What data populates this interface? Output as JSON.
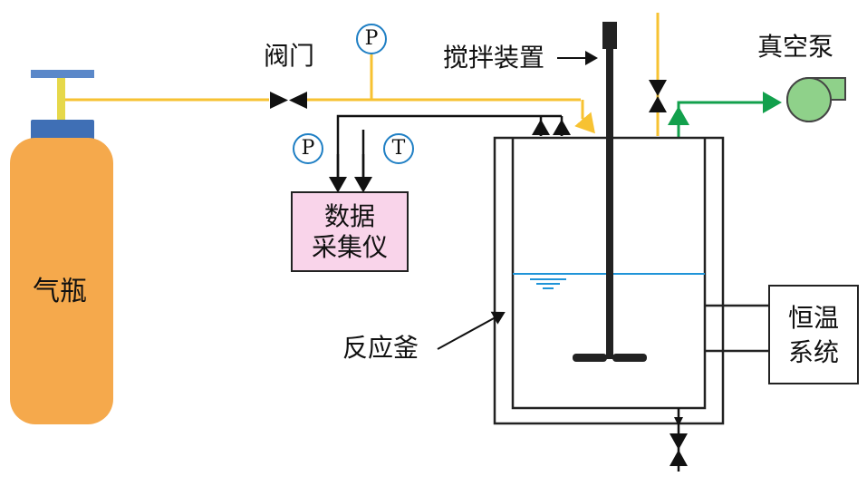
{
  "labels": {
    "cylinder": "气瓶",
    "valve": "阀门",
    "stirrer": "搅拌装置",
    "vacuum_pump": "真空泵",
    "reactor": "反应釜",
    "daq_line1": "数据",
    "daq_line2": "采集仪",
    "thermostat_line1": "恒温",
    "thermostat_line2": "系统"
  },
  "gauges": {
    "pressure_top": "P",
    "pressure_left": "P",
    "temperature": "T"
  },
  "colors": {
    "cylinder_body": "#f5a94c",
    "cylinder_cap": "#3f6fb5",
    "cylinder_handle": "#5b88c9",
    "valve_stem": "#e6d84a",
    "gas_line": "#f7c232",
    "vacuum_line": "#12a04c",
    "pump_fill": "#8fd18a",
    "daq_fill": "#f9d4ea",
    "liquid_line": "#1f94d8",
    "gauge_ring": "#1f7fc4",
    "line_black": "#111111"
  }
}
